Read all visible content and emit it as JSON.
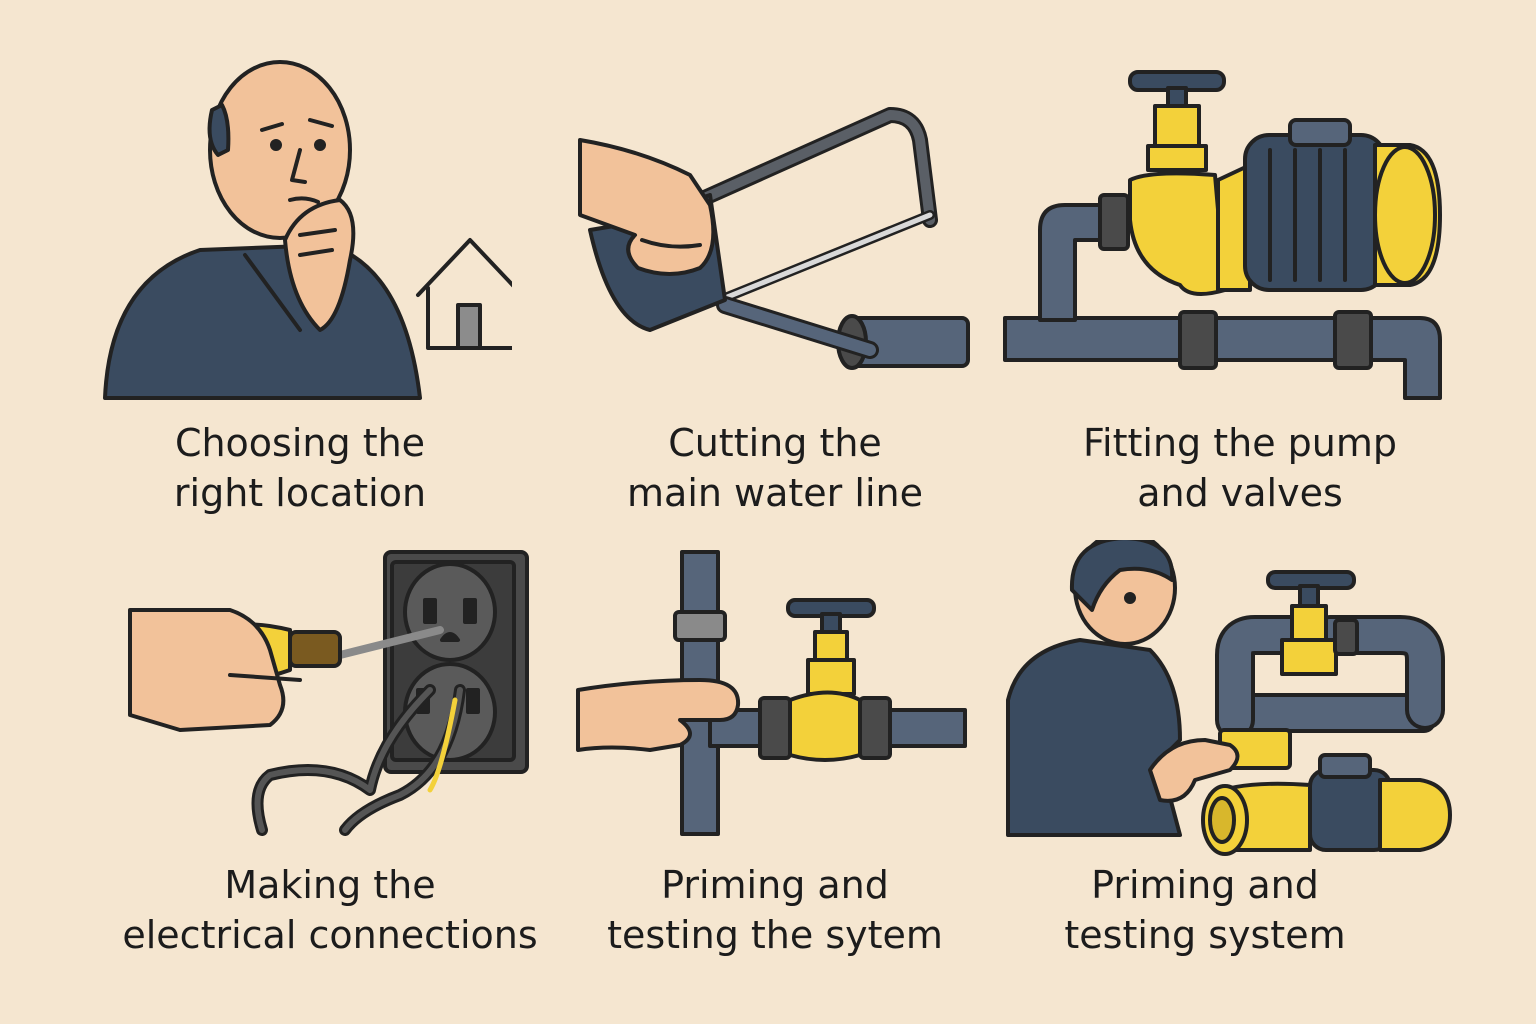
{
  "colors": {
    "background": "#f5e6d0",
    "navy": "#3a4b60",
    "steel": "#56657a",
    "yellow": "#f3d13a",
    "skin": "#f2c29a",
    "outline": "#222222"
  },
  "steps": [
    {
      "line1": "Choosing the",
      "line2": "right location",
      "icon": "thinking-man-house"
    },
    {
      "line1": "Cutting the",
      "line2": "main water line",
      "icon": "hacksaw-pipe"
    },
    {
      "line1": "Fitting the pump",
      "line2": "and valves",
      "icon": "pump-valve"
    },
    {
      "line1": "Making the",
      "line2": "electrical connections",
      "icon": "screwdriver-outlet"
    },
    {
      "line1": "Priming and",
      "line2": "testing the sytem",
      "icon": "hand-pipe-valve"
    },
    {
      "line1": "Priming and",
      "line2": "testing system",
      "icon": "man-pump"
    }
  ]
}
